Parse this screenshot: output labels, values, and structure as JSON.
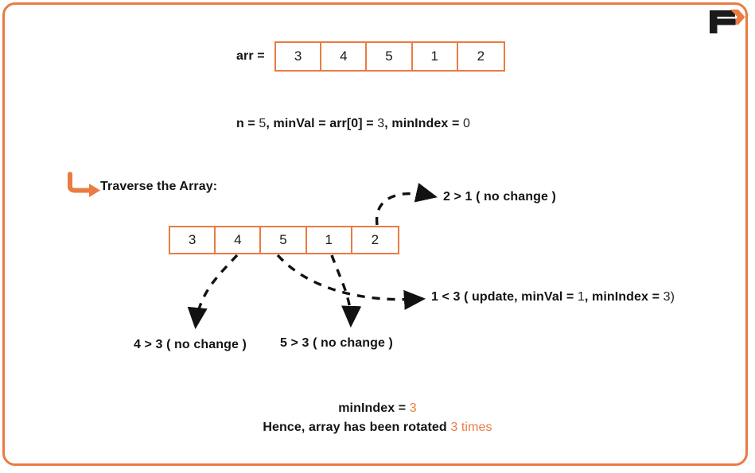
{
  "page": {
    "title": "Minimum element search in rotated array",
    "border_color": "#ea7b42",
    "accent_color": "#ea7b42",
    "text_color": "#141414",
    "background": "#ffffff"
  },
  "logo": {
    "name": "f-logo",
    "letter": "F",
    "mark_color": "#1a1a1a",
    "chevron_color": "#ea7b42"
  },
  "array_top": {
    "label": "arr =",
    "values": [
      "3",
      "4",
      "5",
      "1",
      "2"
    ]
  },
  "state_line": {
    "n_label": "n = ",
    "n_value": "5",
    "sep1": ", ",
    "minval_label": "minVal = arr[0] = ",
    "minval_value": "3",
    "sep2": ", ",
    "minindex_label": "minIndex = ",
    "minindex_value": "0"
  },
  "traverse": {
    "label": "Traverse the Array:",
    "arrow_icon": "curved-arrow-icon"
  },
  "array_bottom": {
    "values": [
      "3",
      "4",
      "5",
      "1",
      "2"
    ]
  },
  "annotations": [
    {
      "id": "ann-2-1",
      "from_cell_index": 4,
      "from_cell_value": "2",
      "text_plain": "2 > 1 ( no change )",
      "parts": [
        {
          "text": "2 > 1 ( no change )",
          "style": "bold"
        }
      ]
    },
    {
      "id": "ann-1-3",
      "from_cell_index": 2,
      "from_cell_value": "5",
      "text_plain": "1 < 3 ( update, minVal = 1, minIndex = 3)",
      "parts": [
        {
          "text": "1 < 3 ( update, minVal = ",
          "style": "bold"
        },
        {
          "text": "1",
          "style": "normal"
        },
        {
          "text": ", minIndex = ",
          "style": "bold"
        },
        {
          "text": "3)",
          "style": "normal"
        }
      ]
    },
    {
      "id": "ann-4-3",
      "from_cell_index": 1,
      "from_cell_value": "4",
      "text_plain": "4 > 3 ( no change )",
      "parts": [
        {
          "text": "4 > 3 ( no change )",
          "style": "bold"
        }
      ]
    },
    {
      "id": "ann-5-3",
      "from_cell_index": 3,
      "from_cell_value": "1",
      "text_plain": "5 > 3 ( no change )",
      "parts": [
        {
          "text": "5 > 3 ( no change )",
          "style": "bold"
        }
      ]
    }
  ],
  "conclusion": {
    "line1_label": "minIndex = ",
    "line1_value": "3",
    "line2_label": "Hence, array has been rotated ",
    "line2_value": "3 times"
  }
}
